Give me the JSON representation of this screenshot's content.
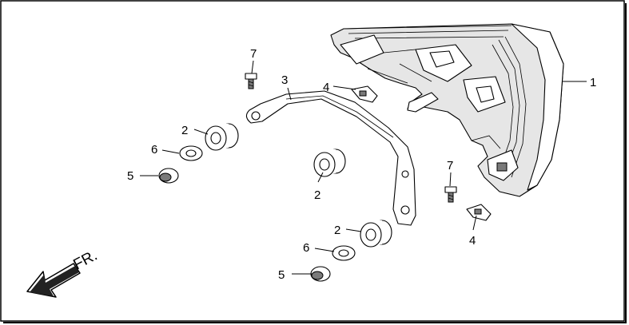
{
  "diagram": {
    "direction_label": "FR.",
    "callouts": [
      {
        "id": "c1",
        "label": "1"
      },
      {
        "id": "c2a",
        "label": "2"
      },
      {
        "id": "c2b",
        "label": "2"
      },
      {
        "id": "c2c",
        "label": "2"
      },
      {
        "id": "c3",
        "label": "3"
      },
      {
        "id": "c4a",
        "label": "4"
      },
      {
        "id": "c4b",
        "label": "4"
      },
      {
        "id": "c5a",
        "label": "5"
      },
      {
        "id": "c5b",
        "label": "5"
      },
      {
        "id": "c6a",
        "label": "6"
      },
      {
        "id": "c6b",
        "label": "6"
      },
      {
        "id": "c7a",
        "label": "7"
      },
      {
        "id": "c7b",
        "label": "7"
      }
    ]
  }
}
